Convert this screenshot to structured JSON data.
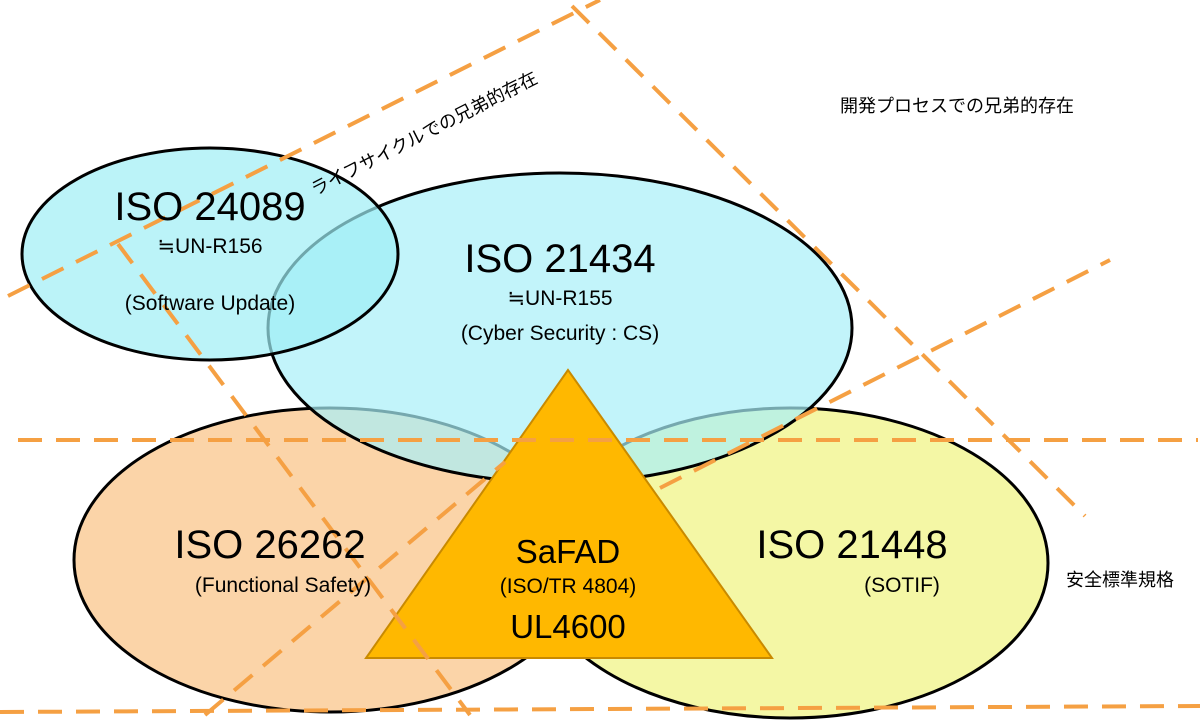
{
  "colors": {
    "guide_line": "#F5A043",
    "iso24089_fill": "#9EEEF5",
    "iso21434_fill": "#A8F0F8",
    "iso26262_fill": "#FACD99",
    "iso21448_fill": "#F3F7A0",
    "safad_fill": "#FFB800",
    "outline": "#000000"
  },
  "labels": {
    "lifecycle_sibling": "ライフサイクルでの兄弟的存在",
    "process_sibling": "開発プロセスでの兄弟的存在",
    "safety_standards": "安全標準規格"
  },
  "standards": {
    "iso24089": {
      "title": "ISO 24089",
      "equiv": "≒UN-R156",
      "desc": "(Software Update)"
    },
    "iso21434": {
      "title": "ISO 21434",
      "equiv": "≒UN-R155",
      "desc": "(Cyber Security : CS)"
    },
    "iso26262": {
      "title": "ISO 26262",
      "desc": "(Functional Safety)"
    },
    "iso21448": {
      "title": "ISO 21448",
      "desc": "(SOTIF)"
    },
    "safad": {
      "title": "SaFAD",
      "desc": "(ISO/TR 4804)",
      "extra": "UL4600"
    }
  }
}
